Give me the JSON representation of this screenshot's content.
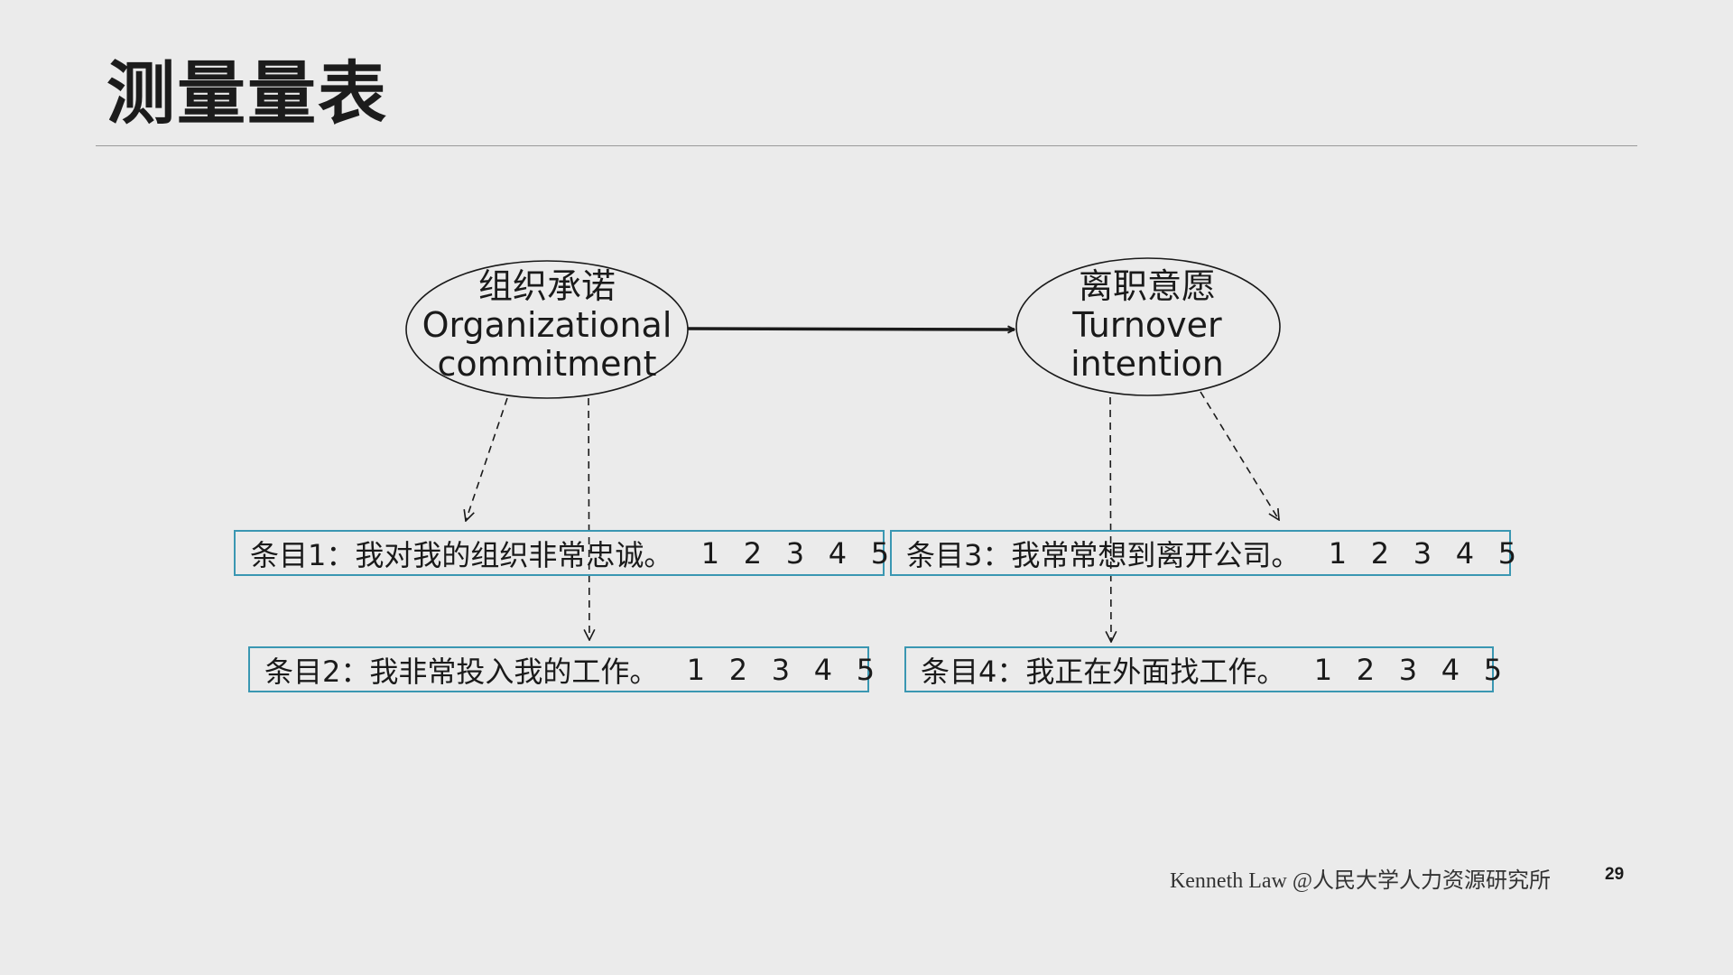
{
  "slide": {
    "title": "测量量表",
    "page_number": "29",
    "footer": "Kenneth Law @人民大学人力资源研究所"
  },
  "nodes": {
    "commitment": {
      "line1": "组织承诺",
      "line2": "Organizational",
      "line3": "commitment"
    },
    "turnover": {
      "line1": "离职意愿",
      "line2": "Turnover",
      "line3": "intention"
    }
  },
  "items": [
    {
      "text": "条目1：我对我的组织非常忠诚。",
      "scale": [
        "1",
        "2",
        "3",
        "4",
        "5"
      ]
    },
    {
      "text": "条目2：我非常投入我的工作。",
      "scale": [
        "1",
        "2",
        "3",
        "4",
        "5"
      ]
    },
    {
      "text": "条目3：我常常想到离开公司。",
      "scale": [
        "1",
        "2",
        "3",
        "4",
        "5"
      ]
    },
    {
      "text": "条目4：我正在外面找工作。",
      "scale": [
        "1",
        "2",
        "3",
        "4",
        "5"
      ]
    }
  ],
  "colors": {
    "box_border": "#3a97b2",
    "background": "#ebebeb"
  }
}
